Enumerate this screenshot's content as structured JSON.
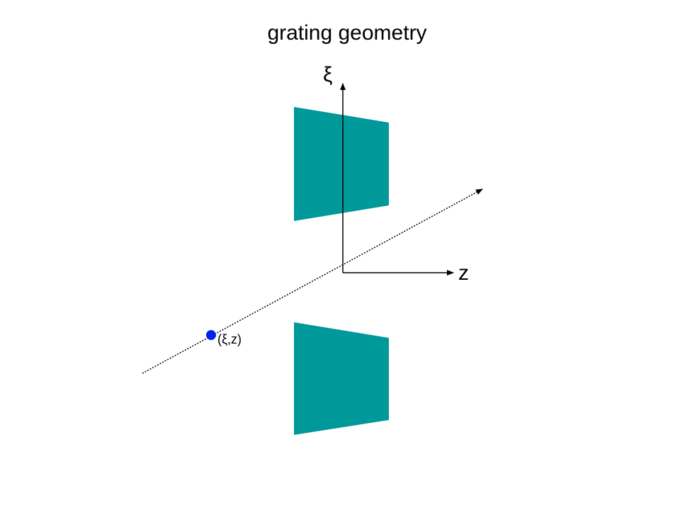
{
  "title": "grating geometry",
  "labels": {
    "vertical_axis": "ξ",
    "horizontal_axis": "z",
    "point": "(ξ,z)"
  },
  "colors": {
    "panel_fill": "#009999",
    "point_fill": "#0022ee",
    "line_color": "#000000"
  }
}
